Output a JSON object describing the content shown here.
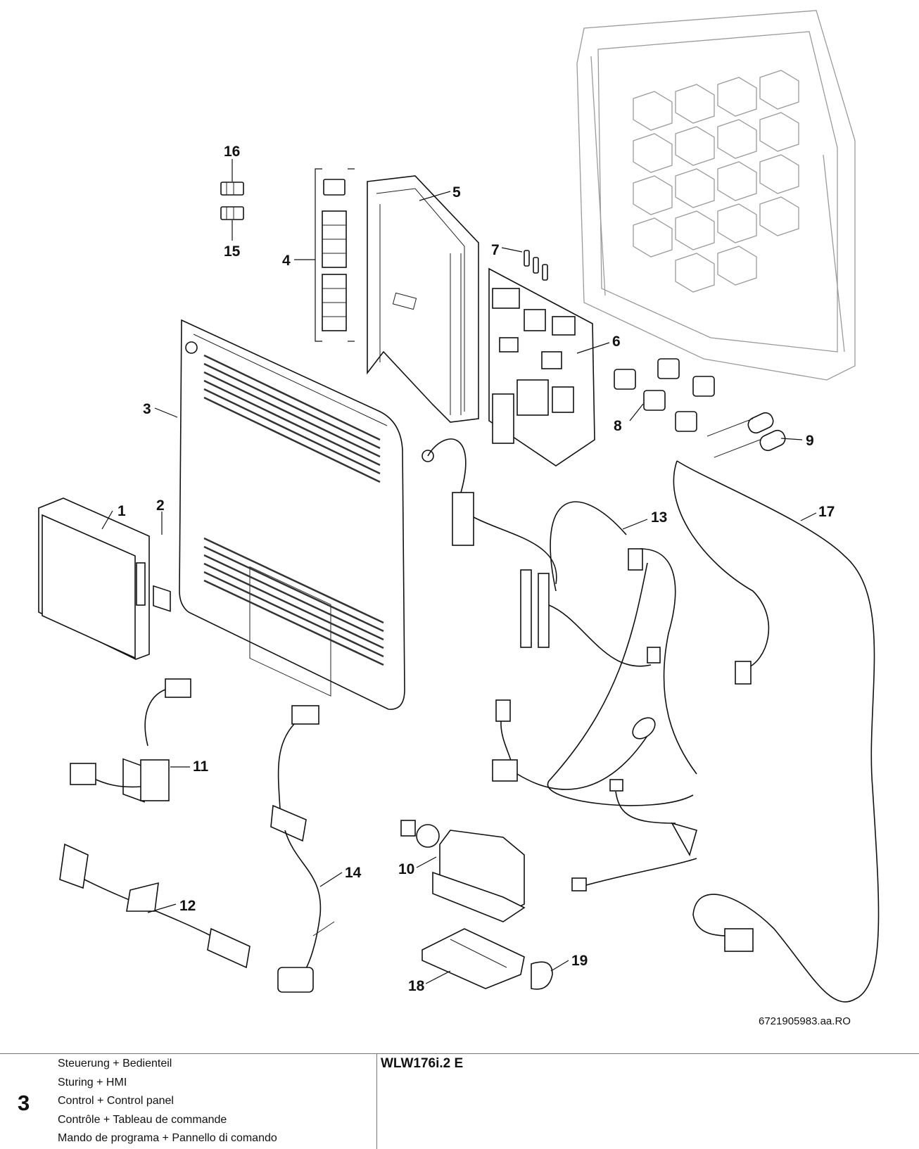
{
  "callouts": [
    "16",
    "15",
    "4",
    "5",
    "7",
    "6",
    "3",
    "8",
    "9",
    "1",
    "2",
    "13",
    "17",
    "11",
    "14",
    "10",
    "12",
    "18",
    "19"
  ],
  "drawing_number": "6721905983.aa.RO",
  "section": {
    "number": "3",
    "titles": [
      "Steuerung + Bedienteil",
      "Sturing + HMI",
      "Control + Control panel",
      "Contrôle + Tableau de commande",
      "Mando de programa + Pannello di comando"
    ]
  },
  "model": "WLW176i.2 E"
}
